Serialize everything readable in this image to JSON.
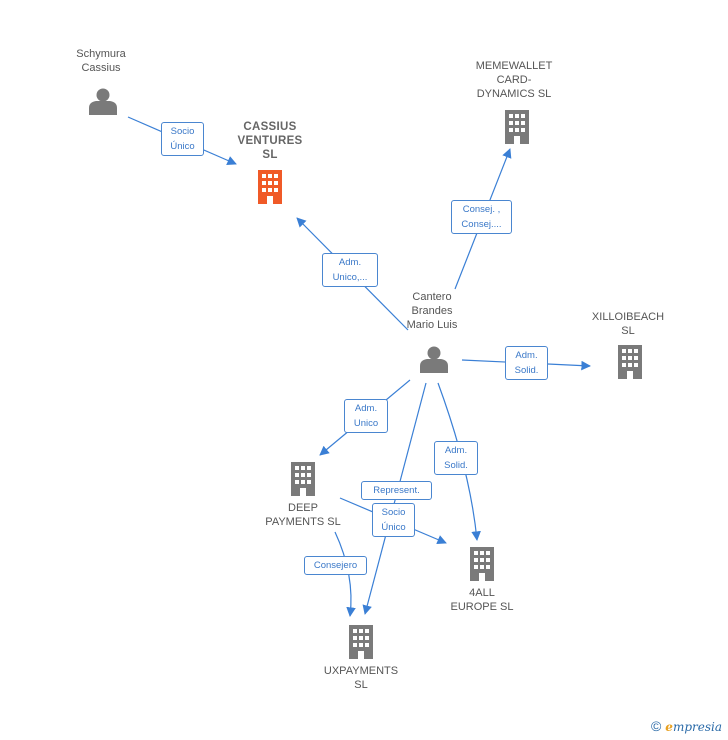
{
  "nodes": {
    "schymura": {
      "label": "Schymura\nCassius",
      "kind": "person"
    },
    "cassius_ventures": {
      "label": "CASSIUS\nVENTURES\nSL",
      "kind": "company-main"
    },
    "memewallet": {
      "label": "MEMEWALLET\nCARD-\nDYNAMICS  SL",
      "kind": "company"
    },
    "cantero": {
      "label": "Cantero\nBrandes\nMario Luis",
      "kind": "person"
    },
    "xilloibeach": {
      "label": "XILLOIBEACH\nSL",
      "kind": "company"
    },
    "deep_payments": {
      "label": "DEEP\nPAYMENTS  SL",
      "kind": "company"
    },
    "all_europe": {
      "label": "4ALL\nEUROPE  SL",
      "kind": "company"
    },
    "uxpayments": {
      "label": "UXPAYMENTS\nSL",
      "kind": "company"
    }
  },
  "edges": {
    "e1": "Socio\nÚnico",
    "e2": "Adm.\nUnico,...",
    "e3": "Consej. ,\nConsej....",
    "e4": "Adm.\nSolid.",
    "e5": "Adm.\nUnico",
    "e6": "Represent.",
    "e7": "Socio\nÚnico",
    "e8": "Adm.\nSolid.",
    "e9": "Consejero"
  },
  "colors": {
    "edge": "#3a7fd5",
    "icon": "#7a7a7a",
    "highlight": "#f05a28"
  },
  "footer": {
    "copyright": "©",
    "brand_e": "e",
    "brand_rest": "mpresia"
  }
}
